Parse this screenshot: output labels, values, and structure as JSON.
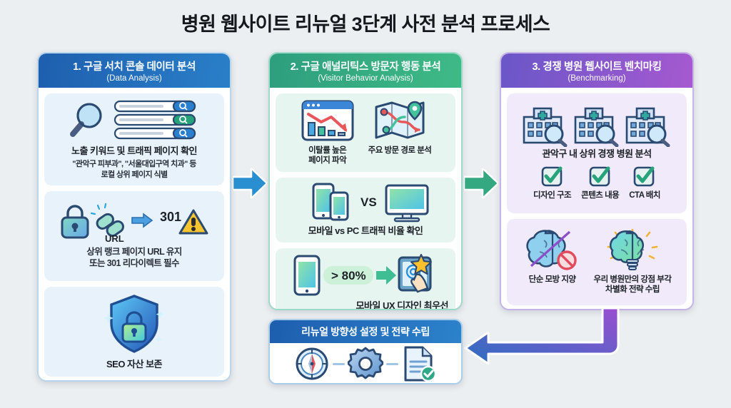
{
  "title": "병원 웹사이트 리뉴얼 3단계 사전 분석 프로세스",
  "colors": {
    "background": "#eceff1",
    "step1_header": "#1e5fae",
    "step2_header": "#2e9e7e",
    "step3_header": "#6a57c8",
    "arrow_1_2": "#2a8fd0",
    "arrow_2_3": "#34a880",
    "arrow_3_summary_start": "#9b4fd0",
    "arrow_3_summary_end": "#2a6fc0",
    "summary_header": "#1d5eae"
  },
  "steps": [
    {
      "number": "1.",
      "title_ko": "1. 구글 서치 콘솔 데이터 분석",
      "title_en": "(Data Analysis)",
      "cards": [
        {
          "icon": "magnifier-search-bars-icon",
          "caption": "노출 키워드 및 트래픽 페이지 확인",
          "sub": "\"관악구 피부과\", \"서울대입구역 치과\" 등\n로컬 상위 페이지 식별"
        },
        {
          "icon": "lock-link-301-warning-icon",
          "caption": "",
          "sub": "상위 랭크 페이지 URL 유지\n또는 301 리다이렉트 필수",
          "labels": {
            "url": "URL",
            "code": "301"
          }
        },
        {
          "icon": "shield-lock-icon",
          "caption": "SEO 자산 보존",
          "sub": ""
        }
      ]
    },
    {
      "number": "2.",
      "title_ko": "2. 구글 애널리틱스 방문자 행동 분석",
      "title_en": "(Visitor Behavior Analysis)",
      "cards": [
        {
          "icon": "bounce-rate-chart-icon",
          "items": [
            {
              "icon": "chart-down-window-icon",
              "caption": "이탈률 높은\n페이지 파악"
            },
            {
              "icon": "map-route-pin-icon",
              "caption": "주요 방문 경로 분석"
            }
          ]
        },
        {
          "icon": "mobile-vs-desktop-icon",
          "caption": "모바일 vs PC 트래픽 비율 확인",
          "badge": "VS"
        },
        {
          "icon": "mobile-ux-star-icon",
          "caption": "모바일 UX 디자인 최우선",
          "badge": "> 80%"
        }
      ]
    },
    {
      "number": "3.",
      "title_ko": "3. 경쟁 병원 웹사이트 벤치마킹",
      "title_en": "(Benchmarking)",
      "cards": [
        {
          "icon": "hospital-magnifier-icon",
          "caption": "관악구 내 상위 경쟁 병원 분석",
          "checks": [
            {
              "icon": "checkbox-icon",
              "label": "디자인 구조"
            },
            {
              "icon": "checkbox-icon",
              "label": "콘텐츠 내용"
            },
            {
              "icon": "checkbox-icon",
              "label": "CTA 배치"
            }
          ]
        },
        {
          "icon": "brain-prohibited-icon",
          "items": [
            {
              "icon": "brain-no-copy-icon",
              "caption": "단순 모방 지양"
            },
            {
              "icon": "brain-lightbulb-icon",
              "caption": "우리 병원만의 강점 부각\n차별화 전략 수립"
            }
          ]
        }
      ]
    }
  ],
  "summary": {
    "title": "리뉴얼 방향성 설정 및 전략 수립",
    "icons": [
      "compass-icon",
      "gear-icon",
      "document-check-icon"
    ]
  }
}
